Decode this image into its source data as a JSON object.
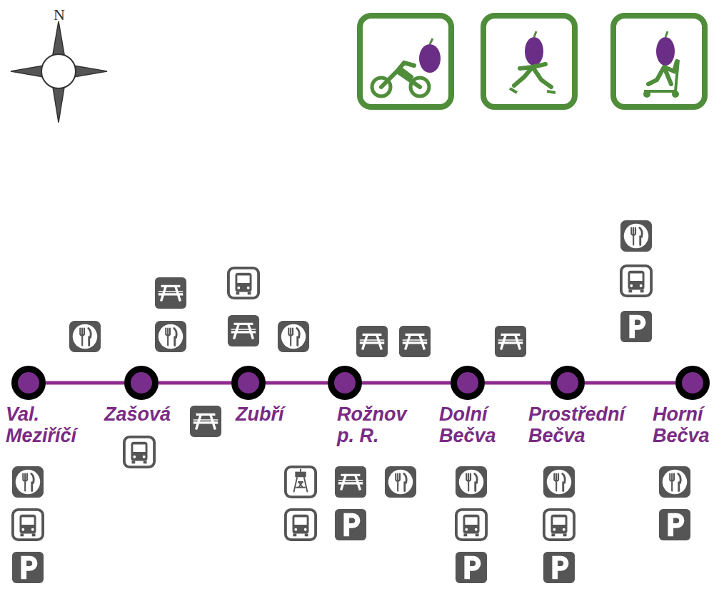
{
  "diagram": {
    "nodes": [
      {
        "text": [
          "Val. Meziříčí"
        ]
      },
      {
        "text": [
          "Zašová"
        ]
      },
      {
        "text": [
          "Zubří"
        ]
      },
      {
        "text": [
          "Rožnov p. R."
        ]
      },
      {
        "text": [
          "Dolní Bečva"
        ]
      },
      {
        "text": [
          "Prostřední Bečva"
        ]
      },
      {
        "text": [
          "Horní Bečva"
        ]
      }
    ],
    "edges": [
      {
        "from": 0,
        "to": 1,
        "arrow": "none"
      },
      {
        "from": 1,
        "to": 2,
        "arrow": "none"
      },
      {
        "from": 2,
        "to": 3,
        "arrow": "none"
      },
      {
        "from": 3,
        "to": 4,
        "arrow": "none"
      },
      {
        "from": 4,
        "to": 5,
        "arrow": "none"
      },
      {
        "from": 5,
        "to": 6,
        "arrow": "none"
      }
    ],
    "labels": [
      "N"
    ]
  }
}
